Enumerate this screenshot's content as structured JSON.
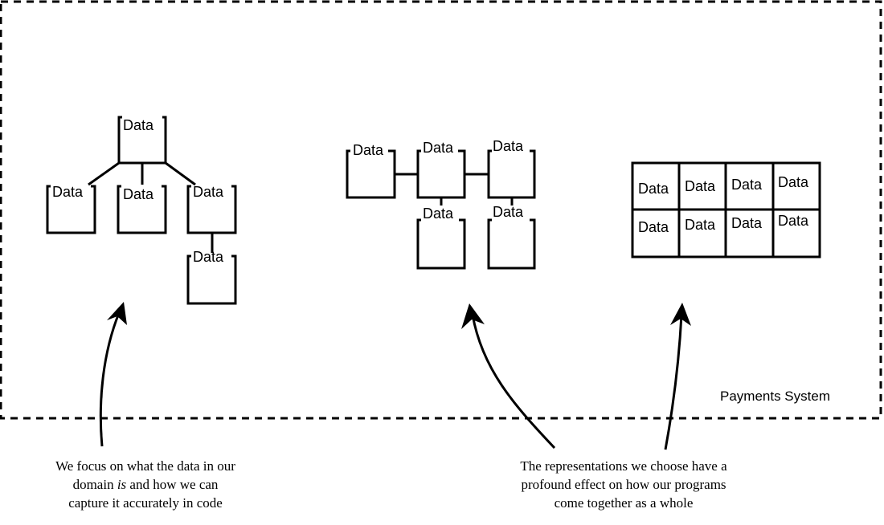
{
  "box_label": "Data",
  "system_label": "Payments System",
  "captions": {
    "left": {
      "line1": "We focus on what the data in our",
      "line2_before": "domain ",
      "line2_italic": "is",
      "line2_after": " and how we can",
      "line3": "capture it accurately in code"
    },
    "right": {
      "line1": "The representations we choose have a",
      "line2": "profound effect on how our programs",
      "line3": "come together as a whole"
    }
  },
  "table": {
    "rows": [
      [
        "Data",
        "Data",
        "Data",
        "Data"
      ],
      [
        "Data",
        "Data",
        "Data",
        "Data"
      ]
    ]
  }
}
